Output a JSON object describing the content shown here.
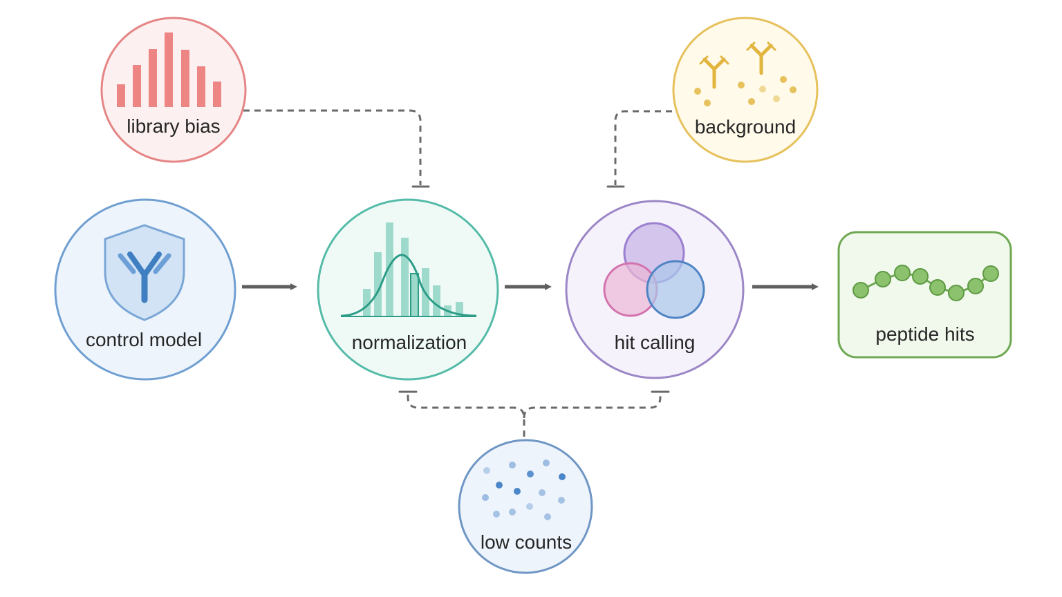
{
  "nodes": {
    "library_bias": {
      "label": "library bias",
      "stroke": "#e58585",
      "fill": "#fdf0f0",
      "bar": "#ee8585"
    },
    "background": {
      "label": "background",
      "stroke": "#e6c15c",
      "fill": "#fffaea",
      "mark": "#e2b53f"
    },
    "control_model": {
      "label": "control model",
      "stroke": "#6f9fd1",
      "fill": "#eef4fc",
      "mark": "#3f7fc1"
    },
    "normalization": {
      "label": "normalization",
      "stroke": "#55bba9",
      "fill": "#effaf7",
      "mark": "#2c9c86"
    },
    "hit_calling": {
      "label": "hit calling",
      "stroke": "#9b86c6",
      "fill": "#f5f2fc"
    },
    "peptide_hits": {
      "label": "peptide hits",
      "stroke": "#6fa852",
      "fill": "#f1f8ec",
      "mark": "#8cc16d"
    },
    "low_counts": {
      "label": "low counts",
      "stroke": "#6f96c4",
      "fill": "#eef4fc",
      "mark": "#4b86c8"
    }
  },
  "edge_colors": {
    "flow": "#5f5f5f",
    "inhibit": "#6a6a6a"
  }
}
